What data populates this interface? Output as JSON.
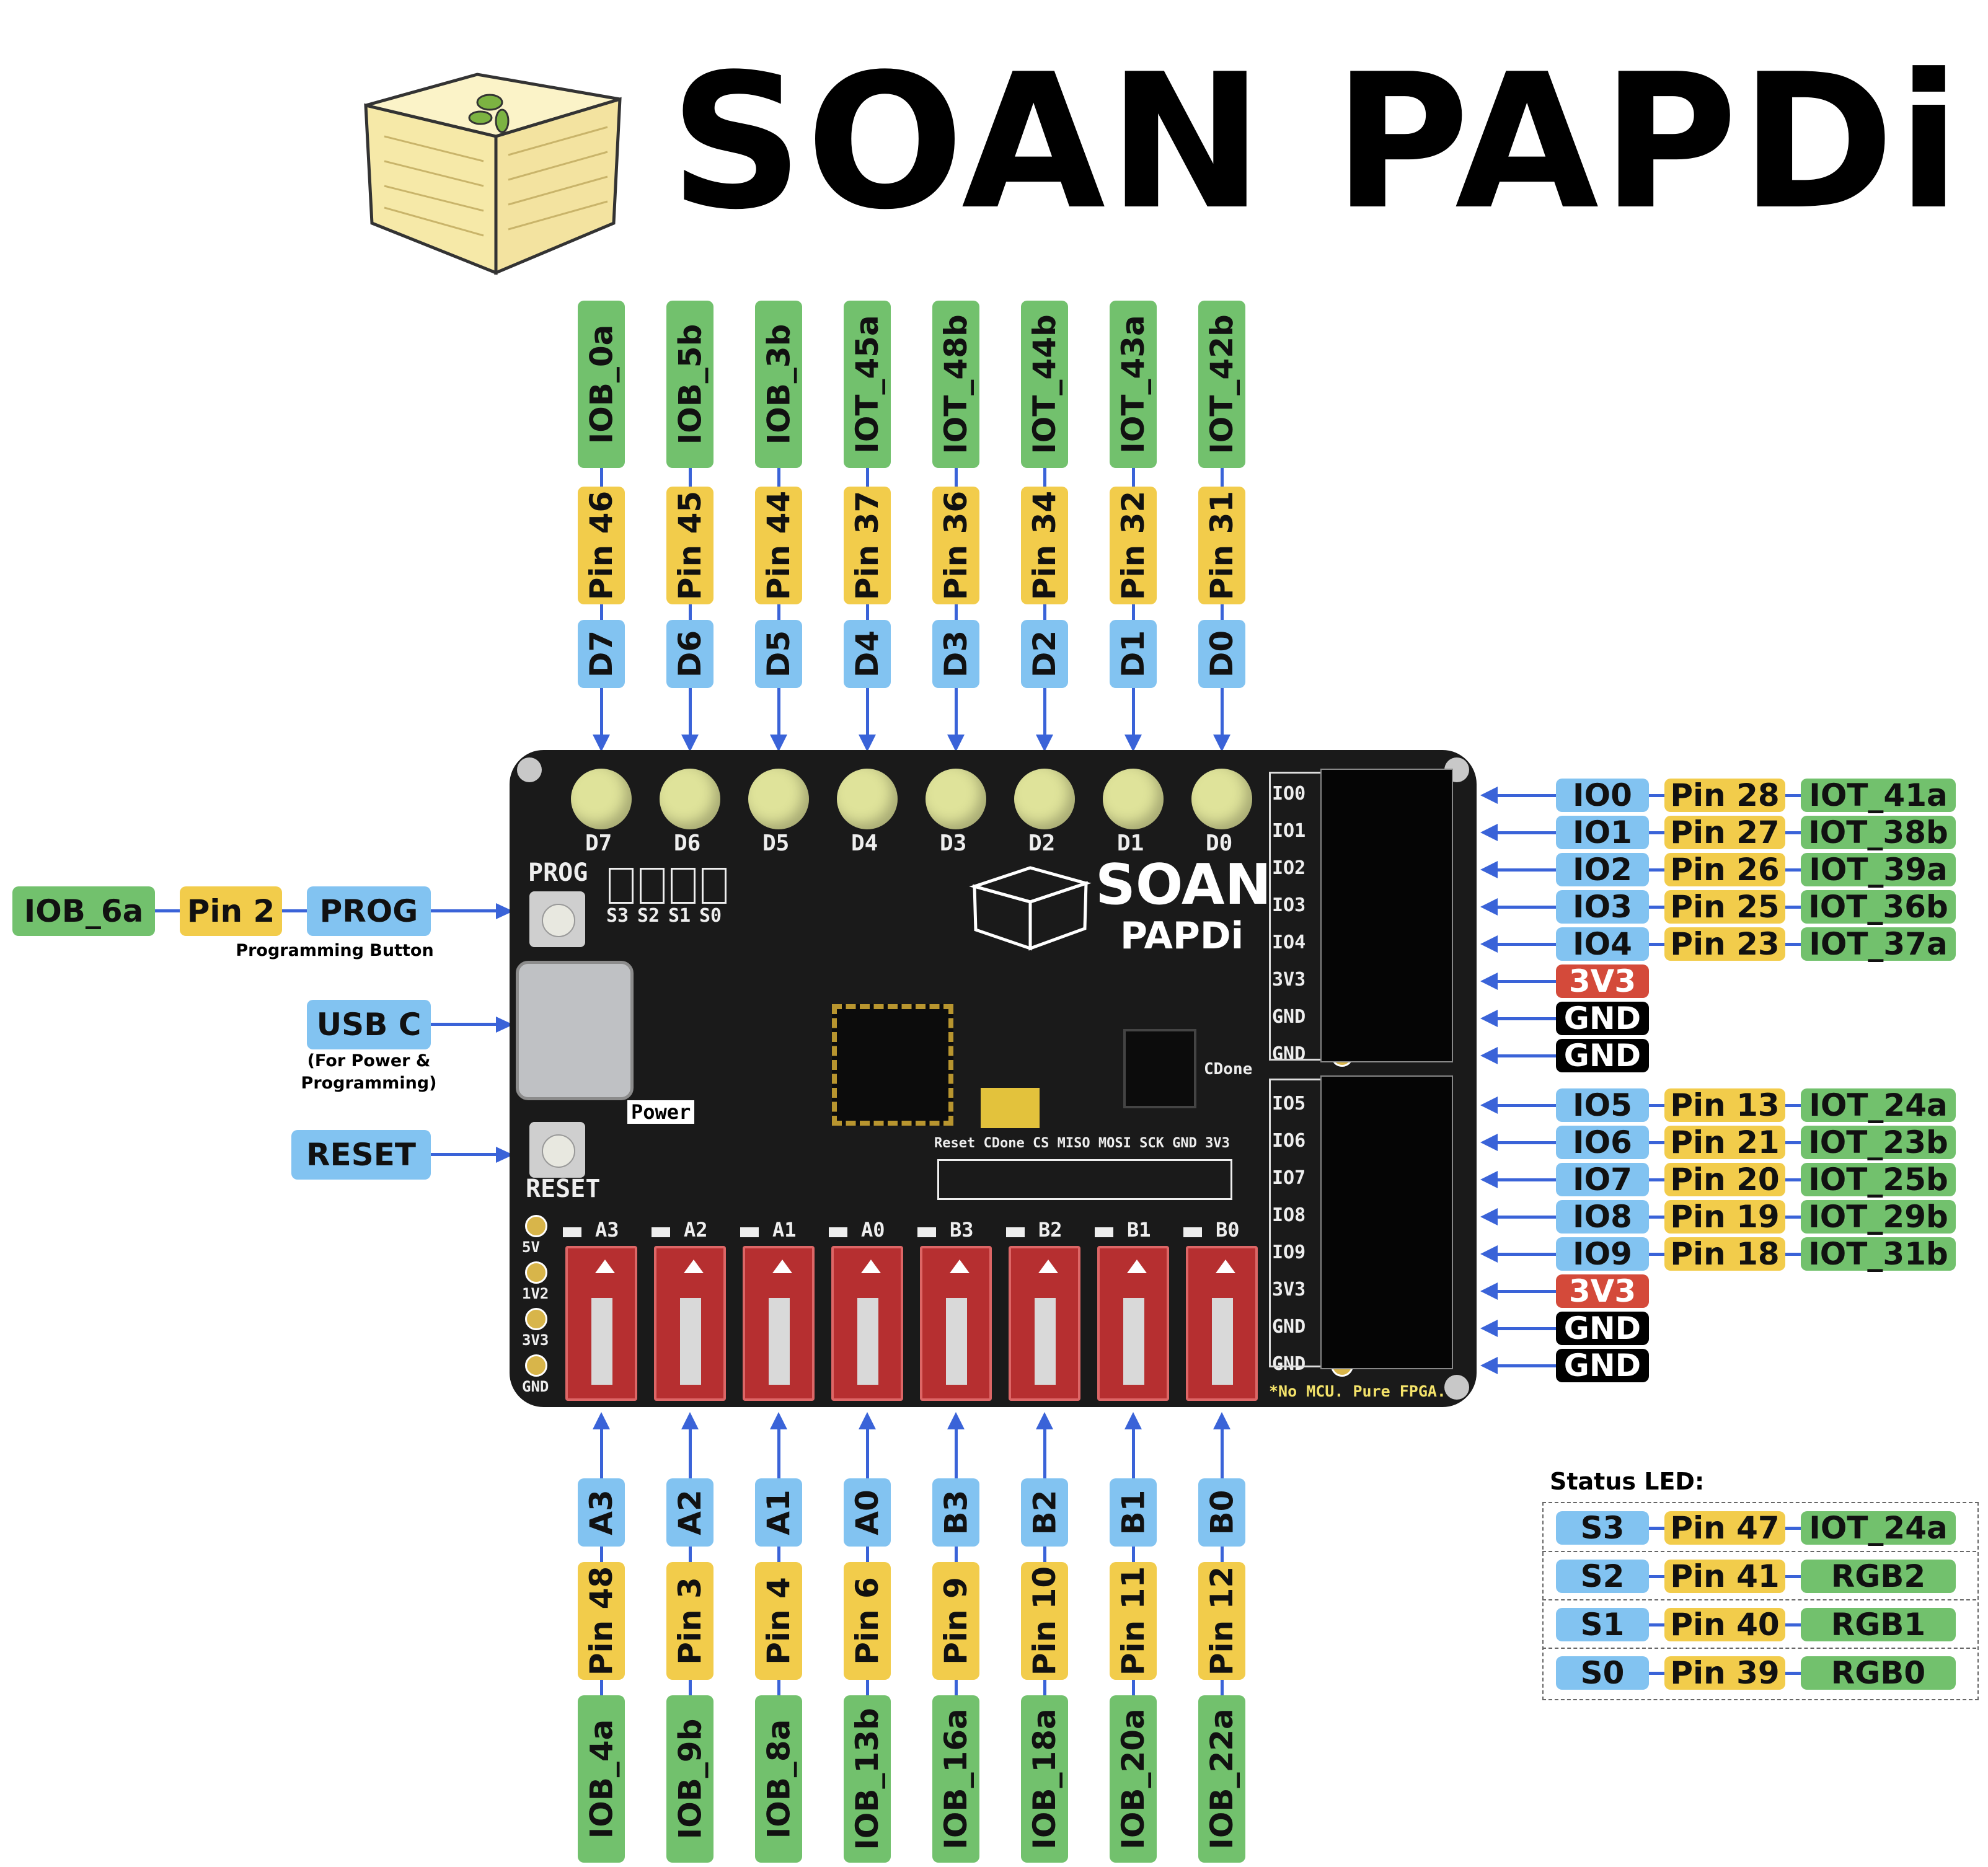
{
  "title": "SOAN PAPDi",
  "top_columns": [
    {
      "iob": "IOB_0a",
      "pin": "Pin 46",
      "d": "D7"
    },
    {
      "iob": "IOB_5b",
      "pin": "Pin 45",
      "d": "D6"
    },
    {
      "iob": "IOB_3b",
      "pin": "Pin 44",
      "d": "D5"
    },
    {
      "iob": "IOT_45a",
      "pin": "Pin 37",
      "d": "D4"
    },
    {
      "iob": "IOT_48b",
      "pin": "Pin 36",
      "d": "D3"
    },
    {
      "iob": "IOT_44b",
      "pin": "Pin 34",
      "d": "D2"
    },
    {
      "iob": "IOT_43a",
      "pin": "Pin 32",
      "d": "D1"
    },
    {
      "iob": "IOT_42b",
      "pin": "Pin 31",
      "d": "D0"
    }
  ],
  "bottom_columns": [
    {
      "a": "A3",
      "pin": "Pin 48",
      "iob": "IOB_4a"
    },
    {
      "a": "A2",
      "pin": "Pin 3",
      "iob": "IOB_9b"
    },
    {
      "a": "A1",
      "pin": "Pin 4",
      "iob": "IOB_8a"
    },
    {
      "a": "A0",
      "pin": "Pin 6",
      "iob": "IOB_13b"
    },
    {
      "a": "B3",
      "pin": "Pin 9",
      "iob": "IOB_16a"
    },
    {
      "a": "B2",
      "pin": "Pin 10",
      "iob": "IOB_18a"
    },
    {
      "a": "B1",
      "pin": "Pin 11",
      "iob": "IOB_20a"
    },
    {
      "a": "B0",
      "pin": "Pin 12",
      "iob": "IOB_22a"
    }
  ],
  "left": {
    "prog": {
      "iob": "IOB_6a",
      "pin": "Pin 2",
      "label": "PROG",
      "caption": "Programming Button"
    },
    "usb": {
      "label": "USB C",
      "caption1": "(For Power &",
      "caption2": "Programming)"
    },
    "reset": {
      "label": "RESET"
    }
  },
  "right_rows": [
    {
      "io": "IO0",
      "pin": "Pin 28",
      "iot": "IOT_41a"
    },
    {
      "io": "IO1",
      "pin": "Pin 27",
      "iot": "IOT_38b"
    },
    {
      "io": "IO2",
      "pin": "Pin 26",
      "iot": "IOT_39a"
    },
    {
      "io": "IO3",
      "pin": "Pin 25",
      "iot": "IOT_36b"
    },
    {
      "io": "IO4",
      "pin": "Pin 23",
      "iot": "IOT_37a"
    },
    {
      "io": "3V3"
    },
    {
      "io": "GND"
    },
    {
      "io": "GND"
    },
    {
      "io": "IO5",
      "pin": "Pin 13",
      "iot": "IOT_24a"
    },
    {
      "io": "IO6",
      "pin": "Pin 21",
      "iot": "IOT_23b"
    },
    {
      "io": "IO7",
      "pin": "Pin 20",
      "iot": "IOT_25b"
    },
    {
      "io": "IO8",
      "pin": "Pin 19",
      "iot": "IOT_29b"
    },
    {
      "io": "IO9",
      "pin": "Pin 18",
      "iot": "IOT_31b"
    },
    {
      "io": "3V3"
    },
    {
      "io": "GND"
    },
    {
      "io": "GND"
    }
  ],
  "status": {
    "title": "Status LED:",
    "rows": [
      {
        "s": "S3",
        "pin": "Pin 47",
        "v": "IOT_24a"
      },
      {
        "s": "S2",
        "pin": "Pin 41",
        "v": "RGB2"
      },
      {
        "s": "S1",
        "pin": "Pin 40",
        "v": "RGB1"
      },
      {
        "s": "S0",
        "pin": "Pin 39",
        "v": "RGB0"
      }
    ]
  },
  "board": {
    "led_labels": [
      "D7",
      "D6",
      "D5",
      "D4",
      "D3",
      "D2",
      "D1",
      "D0"
    ],
    "dip_labels": [
      "A3",
      "A2",
      "A1",
      "A0",
      "B3",
      "B2",
      "B1",
      "B0"
    ],
    "header_labels": [
      "IO0",
      "IO1",
      "IO2",
      "IO3",
      "IO4",
      "3V3",
      "GND",
      "GND",
      "IO5",
      "IO6",
      "IO7",
      "IO8",
      "IO9",
      "3V3",
      "GND",
      "GND"
    ],
    "power_labels": [
      "5V",
      "1V2",
      "3V3",
      "GND"
    ],
    "status_silk": [
      "S3",
      "S2",
      "S1",
      "S0"
    ],
    "prog_silk": "PROG",
    "reset_silk": "RESET",
    "power_silk": "Power",
    "cdone_silk": "CDone",
    "spi_silk": "Reset CDone CS MISO MOSI SCK GND 3V3",
    "logo_top": "SOAN",
    "logo_bottom": "PAPDi",
    "footer": "*No MCU. Pure FPGA."
  },
  "colors": {
    "green": "#72c16d",
    "yellow": "#f2cc4b",
    "blue": "#82c3f1",
    "red": "#d44a3a",
    "black": "#000000",
    "arrow": "#3a63d8",
    "board": "#1a1a1a"
  }
}
